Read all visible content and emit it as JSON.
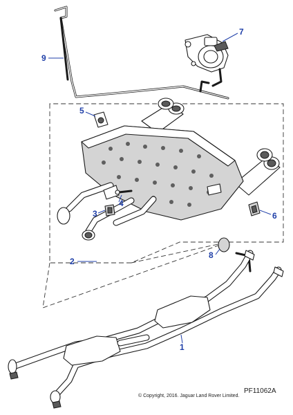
{
  "callouts": {
    "c1": "1",
    "c2": "2",
    "c3": "3",
    "c4": "4",
    "c5": "5",
    "c6": "6",
    "c7": "7",
    "c8": "8",
    "c9": "9"
  },
  "footer": {
    "copyright": "© Copyright, 2016. Jaguar Land Rover Limited.",
    "reference": "PF11062A"
  },
  "colors": {
    "callout": "#1f3fa8",
    "line": "#1a1a1a",
    "shield": "#d4d4d4"
  }
}
